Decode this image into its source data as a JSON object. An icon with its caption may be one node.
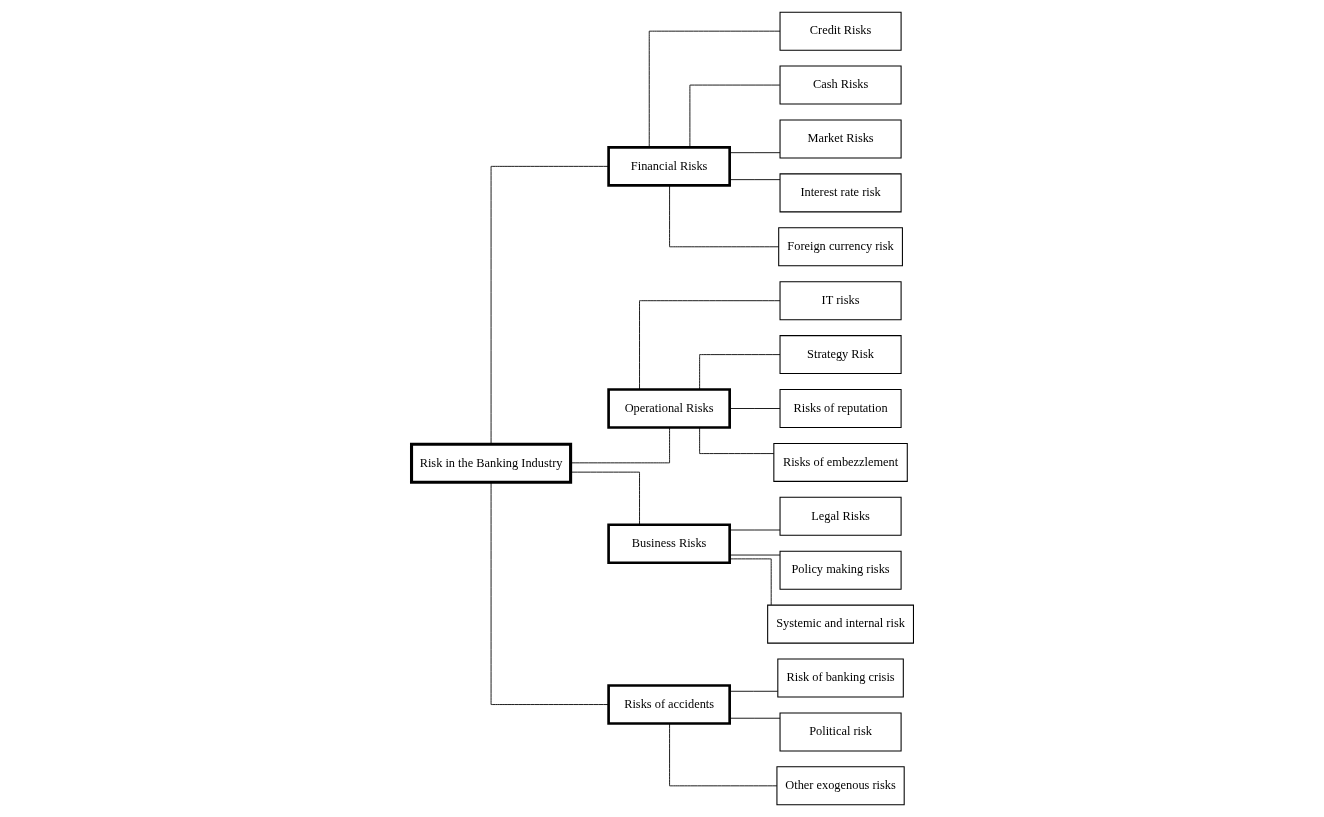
{
  "diagram": {
    "nodes": [
      {
        "text": [
          "Risk in the Banking Industry"
        ]
      },
      {
        "text": [
          "Financial Risks"
        ]
      },
      {
        "text": [
          "Operational Risks"
        ]
      },
      {
        "text": [
          "Business Risks"
        ]
      },
      {
        "text": [
          "Risks of accidents"
        ]
      },
      {
        "text": [
          "Credit Risks"
        ]
      },
      {
        "text": [
          "Cash Risks"
        ]
      },
      {
        "text": [
          "Market Risks"
        ]
      },
      {
        "text": [
          "Interest rate risk"
        ]
      },
      {
        "text": [
          "Foreign currency risk"
        ]
      },
      {
        "text": [
          "IT risks"
        ]
      },
      {
        "text": [
          "Strategy Risk"
        ]
      },
      {
        "text": [
          "Risks of reputation"
        ]
      },
      {
        "text": [
          "Risks of embezzlement"
        ]
      },
      {
        "text": [
          "Legal Risks"
        ]
      },
      {
        "text": [
          "Policy making risks"
        ]
      },
      {
        "text": [
          "Systemic and internal risk"
        ]
      },
      {
        "text": [
          "Risk of banking crisis"
        ]
      },
      {
        "text": [
          "Political risk"
        ]
      },
      {
        "text": [
          "Other exogenous risks"
        ]
      }
    ],
    "edges": [
      {
        "from": 0,
        "to": 1,
        "arrow": "none"
      },
      {
        "from": 0,
        "to": 2,
        "arrow": "none"
      },
      {
        "from": 0,
        "to": 3,
        "arrow": "none"
      },
      {
        "from": 0,
        "to": 4,
        "arrow": "none"
      },
      {
        "from": 1,
        "to": 5,
        "arrow": "none"
      },
      {
        "from": 1,
        "to": 6,
        "arrow": "none"
      },
      {
        "from": 1,
        "to": 7,
        "arrow": "none"
      },
      {
        "from": 1,
        "to": 8,
        "arrow": "none"
      },
      {
        "from": 1,
        "to": 9,
        "arrow": "none"
      },
      {
        "from": 2,
        "to": 10,
        "arrow": "none"
      },
      {
        "from": 2,
        "to": 11,
        "arrow": "none"
      },
      {
        "from": 2,
        "to": 12,
        "arrow": "none"
      },
      {
        "from": 2,
        "to": 13,
        "arrow": "none"
      },
      {
        "from": 3,
        "to": 14,
        "arrow": "none"
      },
      {
        "from": 3,
        "to": 15,
        "arrow": "none"
      },
      {
        "from": 3,
        "to": 16,
        "arrow": "none"
      },
      {
        "from": 4,
        "to": 17,
        "arrow": "none"
      },
      {
        "from": 4,
        "to": 18,
        "arrow": "none"
      },
      {
        "from": 4,
        "to": 19,
        "arrow": "none"
      }
    ]
  }
}
